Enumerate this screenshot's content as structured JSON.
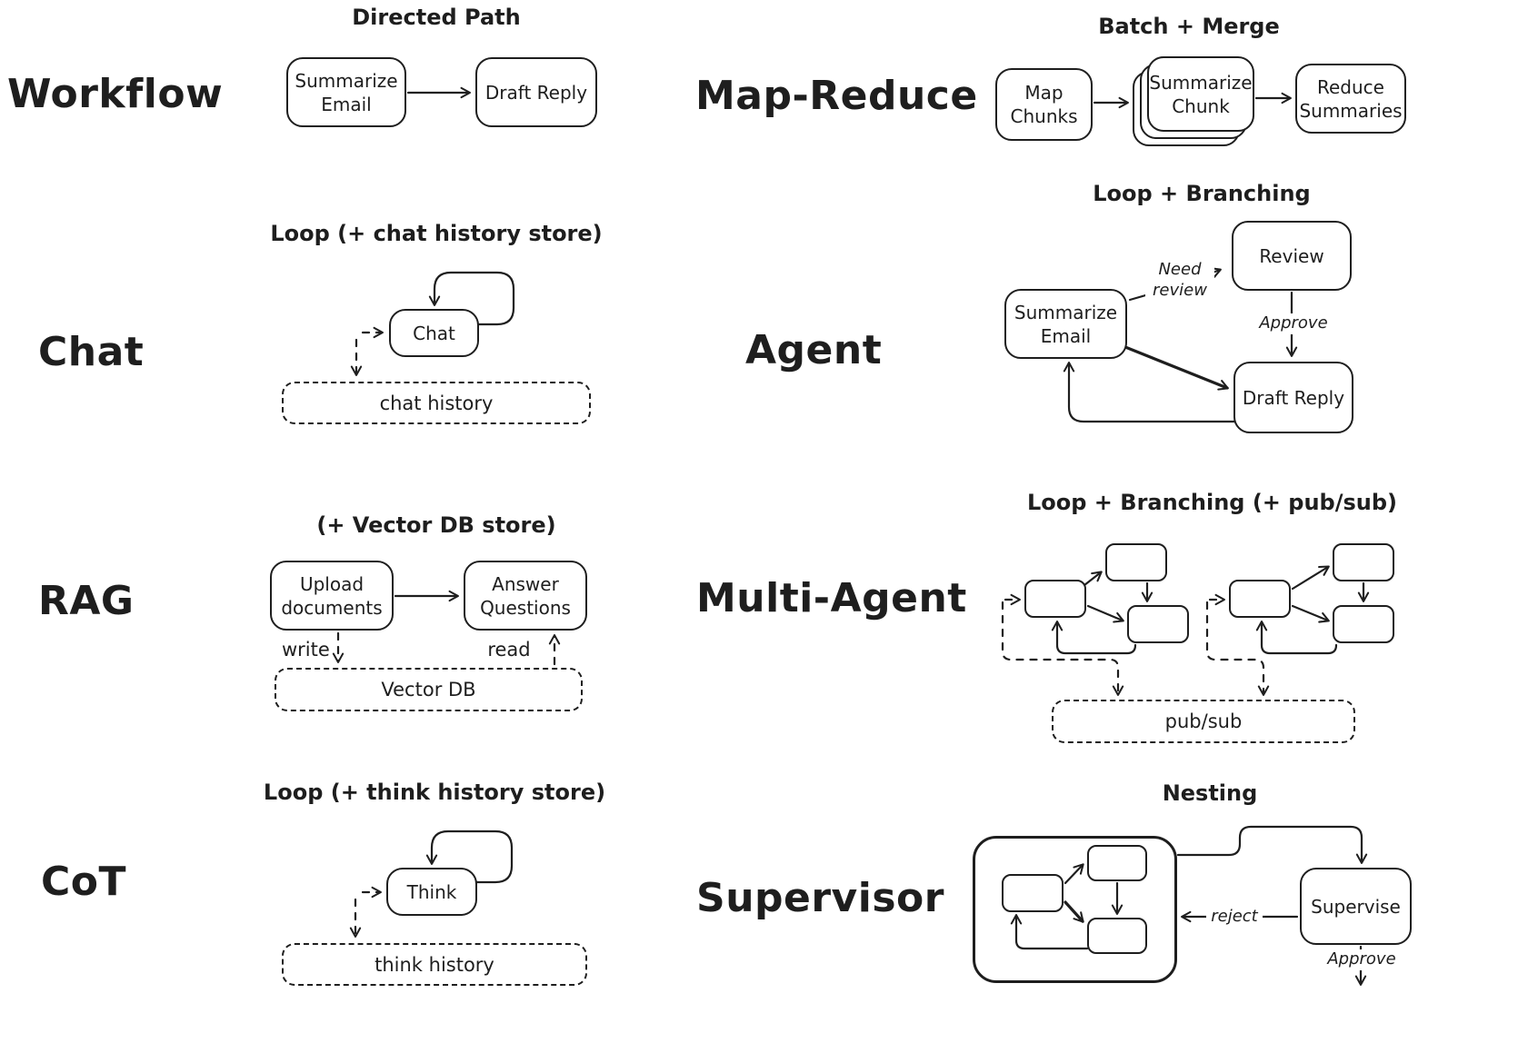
{
  "canvas": {
    "background": "#ffffff",
    "ink": "#1e1e1e"
  },
  "sections": {
    "workflow": {
      "label": "Workflow",
      "caption": "Directed Path",
      "nodes": {
        "summarize_email": "Summarize Email",
        "draft_reply": "Draft Reply"
      }
    },
    "map_reduce": {
      "label": "Map-Reduce",
      "caption": "Batch + Merge",
      "nodes": {
        "map_chunks": "Map Chunks",
        "summarize_chunk": "Summarize Chunk",
        "reduce_summaries": "Reduce Summaries"
      }
    },
    "chat": {
      "label": "Chat",
      "caption": "Loop (+ chat history store)",
      "nodes": {
        "chat": "Chat",
        "chat_history": "chat history"
      }
    },
    "agent": {
      "label": "Agent",
      "caption": "Loop + Branching",
      "nodes": {
        "summarize_email": "Summarize Email",
        "review": "Review",
        "draft_reply": "Draft Reply"
      },
      "edges": {
        "need_review": "Need review",
        "approve": "Approve"
      }
    },
    "rag": {
      "label": "RAG",
      "caption": "(+ Vector DB store)",
      "nodes": {
        "upload_documents": "Upload documents",
        "answer_questions": "Answer Questions",
        "vector_db": "Vector DB"
      },
      "edges": {
        "write": "write",
        "read": "read"
      }
    },
    "multi_agent": {
      "label": "Multi-Agent",
      "caption": "Loop + Branching (+ pub/sub)",
      "nodes": {
        "pub_sub": "pub/sub"
      }
    },
    "cot": {
      "label": "CoT",
      "caption": "Loop (+ think history store)",
      "nodes": {
        "think": "Think",
        "think_history": "think history"
      }
    },
    "supervisor": {
      "label": "Supervisor",
      "caption": "Nesting",
      "nodes": {
        "supervise": "Supervise"
      },
      "edges": {
        "reject": "reject",
        "approve": "Approve"
      }
    }
  }
}
